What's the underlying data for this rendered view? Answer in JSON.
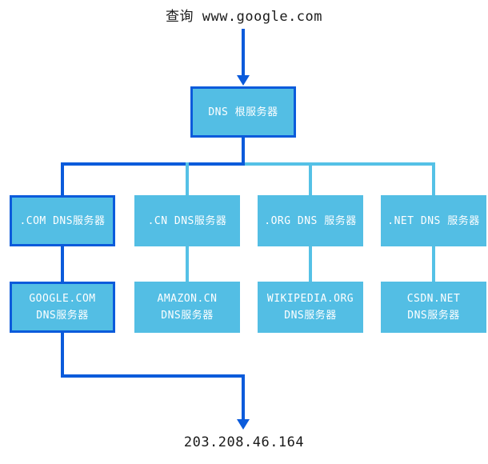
{
  "labels": {
    "query": "查询 www.google.com",
    "ip_result": "203.208.46.164"
  },
  "nodes": {
    "root": {
      "label": "DNS 根服务器"
    },
    "tld": [
      {
        "label": ".COM DNS服务器",
        "highlighted": true
      },
      {
        "label": ".CN DNS服务器",
        "highlighted": false
      },
      {
        "label": ".ORG DNS 服务器",
        "highlighted": false
      },
      {
        "label": ".NET DNS 服务器",
        "highlighted": false
      }
    ],
    "authoritative": [
      {
        "line1": "GOOGLE.COM",
        "line2": "DNS服务器",
        "highlighted": true
      },
      {
        "line1": "AMAZON.CN",
        "line2": "DNS服务器",
        "highlighted": false
      },
      {
        "line1": "WIKIPEDIA.ORG",
        "line2": "DNS服务器",
        "highlighted": false
      },
      {
        "line1": "CSDN.NET",
        "line2": "DNS服务器",
        "highlighted": false
      }
    ]
  },
  "colors": {
    "accent_blue": "#0b5bdb",
    "box_fill": "#53bee4",
    "line_light": "#55c1e6",
    "box_text": "#ffffff",
    "label_text": "#1a1a1a"
  }
}
